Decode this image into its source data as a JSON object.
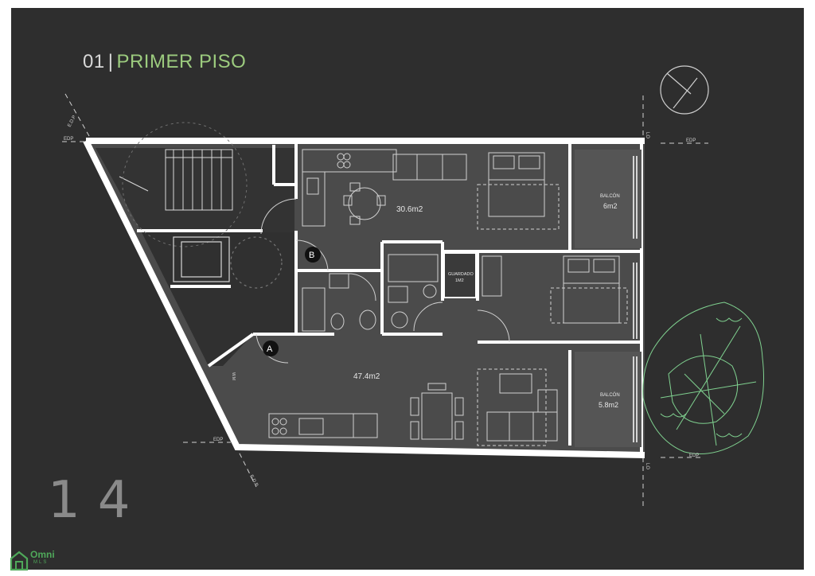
{
  "header": {
    "number": "01",
    "separator": "|",
    "title": "PRIMER PISO"
  },
  "page_number": "14",
  "rooms": {
    "living_upper_area": "30.6m2",
    "living_lower_area": "47.4m2",
    "balcony_upper_label": "BALCÓN",
    "balcony_upper_area": "6m2",
    "balcony_lower_label": "BALCÓN",
    "balcony_lower_area": "5.8m2",
    "storage_label": "GUARDADO",
    "storage_area": "1M2"
  },
  "markers": {
    "a": "A",
    "b": "B"
  },
  "setback_labels": {
    "edp": "EDP",
    "lo": "LO",
    "edp_rotated": "E.D.P",
    "lo_rotated": "L.O",
    "wm": "W.M"
  },
  "brand": {
    "name": "Omni",
    "sub": "MLS"
  },
  "colors": {
    "background": "#2e2e2e",
    "walls": "#ffffff",
    "floor": "#4d4d4d",
    "title_accent": "#9ccb7e",
    "tree": "#7fd08f",
    "brand": "#4fa85a"
  }
}
